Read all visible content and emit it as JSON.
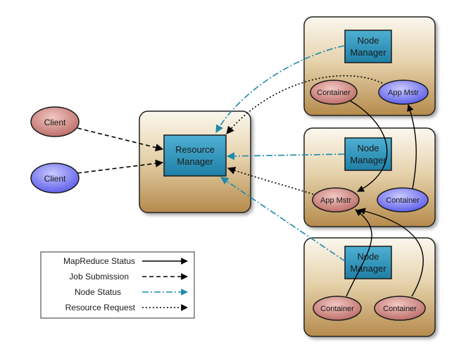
{
  "diagram": {
    "resource_manager": {
      "line1": "Resource",
      "line2": "Manager"
    },
    "clients": [
      {
        "label": "Client"
      },
      {
        "label": "Client"
      }
    ],
    "nodes": [
      {
        "manager_line1": "Node",
        "manager_line2": "Manager",
        "left_label": "Container",
        "right_label": "App Mstr"
      },
      {
        "manager_line1": "Node",
        "manager_line2": "Manager",
        "left_label": "App Mstr",
        "right_label": "Container"
      },
      {
        "manager_line1": "Node",
        "manager_line2": "Manager",
        "left_label": "Container",
        "right_label": "Container"
      }
    ],
    "legend": [
      {
        "label": "MapReduce Status"
      },
      {
        "label": "Job Submission"
      },
      {
        "label": "Node Status"
      },
      {
        "label": "Resource Request"
      }
    ],
    "colors": {
      "box_gold": "#c9a469",
      "box_light": "#f8f1e4",
      "manager_fill": "#2c93b8",
      "ellipse_red": "#c97a74",
      "ellipse_purple": "#6a6af0",
      "node_status": "#1d8aad"
    }
  }
}
